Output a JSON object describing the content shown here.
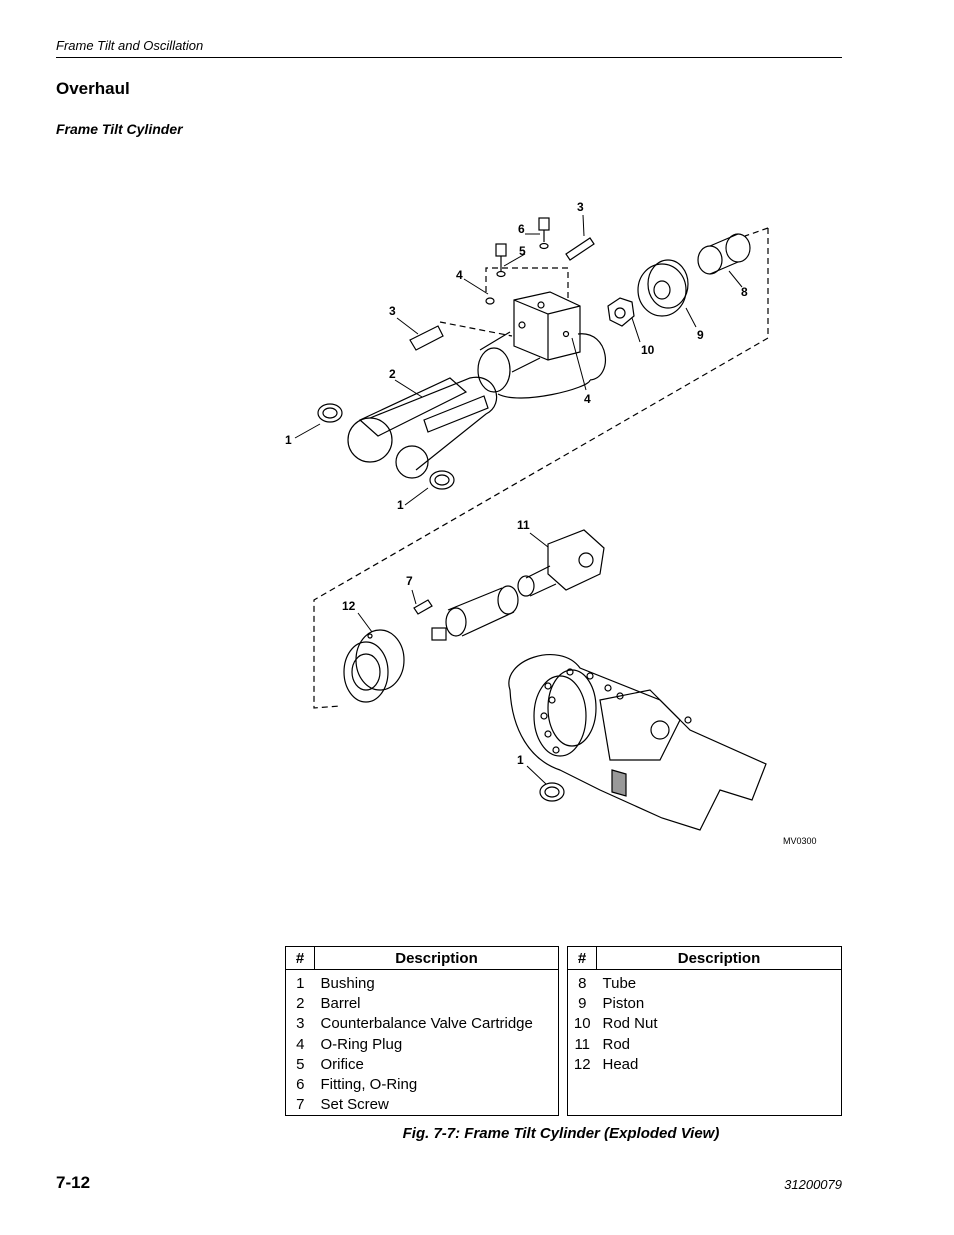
{
  "header": {
    "running_title": "Frame Tilt and Oscillation"
  },
  "section": {
    "title": "Overhaul",
    "subtitle": "Frame Tilt Cylinder"
  },
  "figure": {
    "code": "MV0300",
    "callouts": [
      "3",
      "6",
      "5",
      "4",
      "8",
      "3",
      "9",
      "10",
      "2",
      "4",
      "1",
      "1",
      "11",
      "7",
      "12",
      "1"
    ]
  },
  "parts_table": {
    "header": {
      "num": "#",
      "description": "Description"
    },
    "left": [
      {
        "num": "1",
        "description": "Bushing"
      },
      {
        "num": "2",
        "description": "Barrel"
      },
      {
        "num": "3",
        "description": "Counterbalance Valve Cartridge"
      },
      {
        "num": "4",
        "description": "O-Ring Plug"
      },
      {
        "num": "5",
        "description": "Orifice"
      },
      {
        "num": "6",
        "description": "Fitting, O-Ring"
      },
      {
        "num": "7",
        "description": "Set Screw"
      }
    ],
    "right": [
      {
        "num": "8",
        "description": "Tube"
      },
      {
        "num": "9",
        "description": "Piston"
      },
      {
        "num": "10",
        "description": "Rod Nut"
      },
      {
        "num": "11",
        "description": "Rod"
      },
      {
        "num": "12",
        "description": "Head"
      }
    ]
  },
  "caption": "Fig. 7-7: Frame Tilt Cylinder (Exploded View)",
  "footer": {
    "page_number": "7-12",
    "document_number": "31200079"
  }
}
